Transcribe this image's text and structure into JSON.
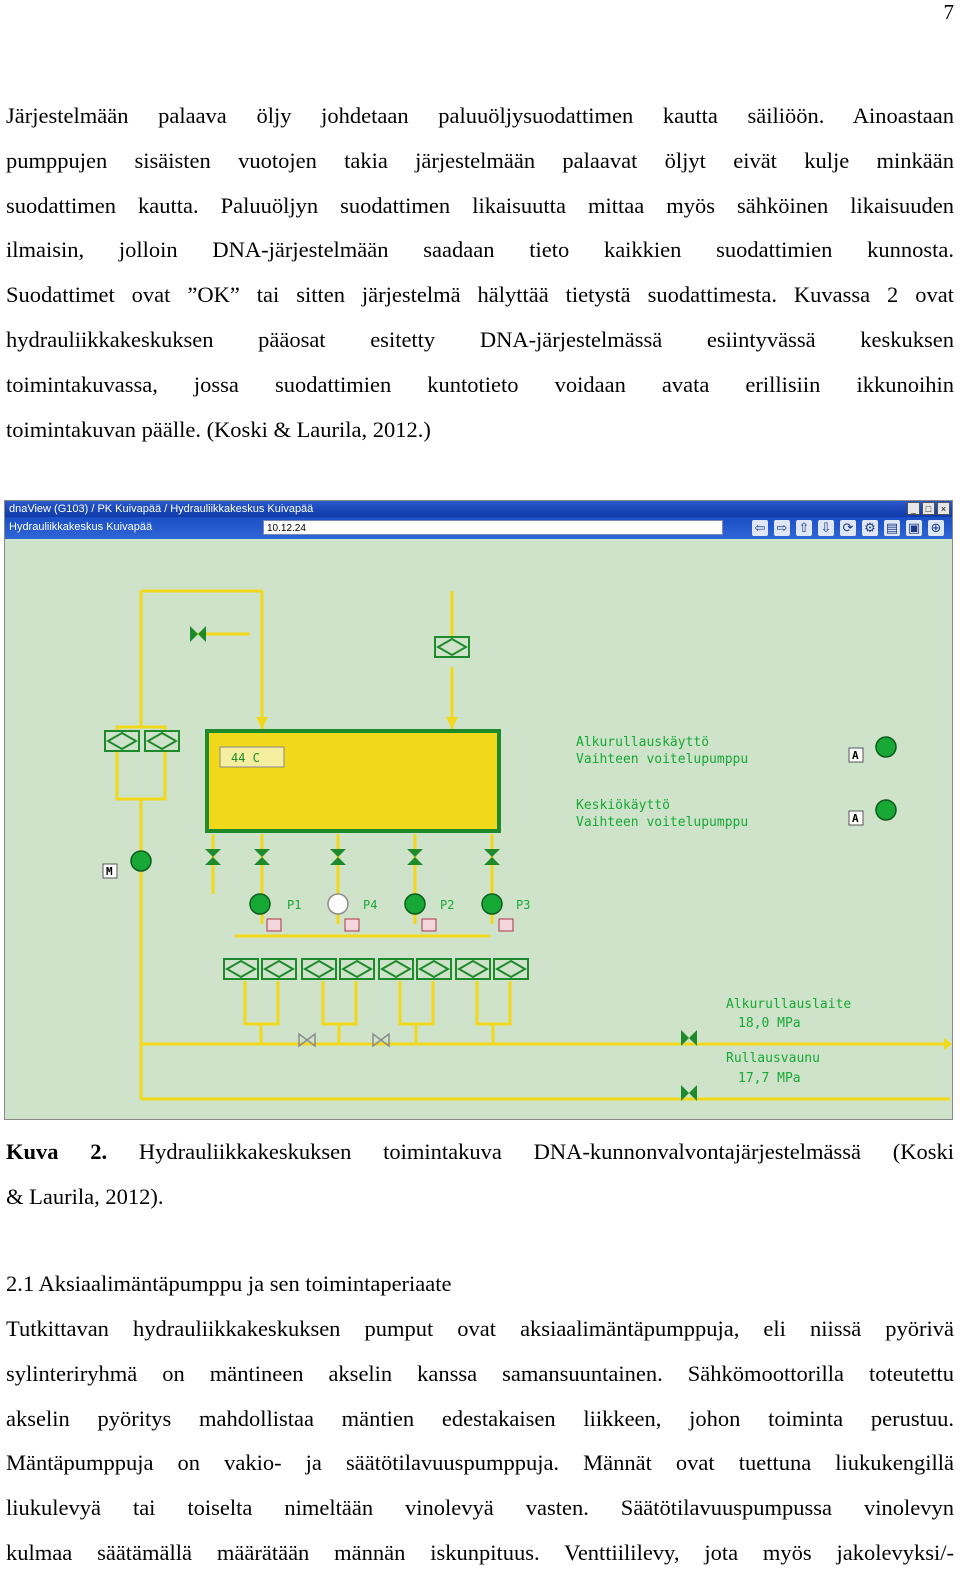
{
  "page_number": "7",
  "paragraph1": [
    "Järjestelmään palaava öljy johdetaan paluuöljysuodattimen kautta säiliöön. Ainoastaan",
    "pumppujen sisäisten vuotojen takia järjestelmään palaavat öljyt eivät kulje minkään",
    "suodattimen kautta. Paluuöljyn suodattimen likaisuutta mittaa myös sähköinen likaisuuden",
    "ilmaisin, jolloin DNA-järjestelmään saadaan tieto kaikkien suodattimien kunnosta.",
    "Suodattimet ovat ”OK” tai sitten järjestelmä hälyttää tietystä suodattimesta. Kuvassa 2 ovat",
    "hydrauliikkakeskuksen pääosat esitetty DNA-järjestelmässä esiintyvässä keskuksen",
    "toimintakuvassa, jossa suodattimien kuntotieto voidaan avata erillisiin ikkunoihin",
    "toimintakuvan päälle. (Koski & Laurila, 2012.)"
  ],
  "figure": {
    "window_title": "dnaView (G103) / PK Kuivapää / Hydrauliikkakeskus Kuivapää",
    "window_buttons": [
      "_",
      "□",
      "×"
    ],
    "view_title": "Hydrauliikkakeskus Kuivapää",
    "date_field": "10.12.24",
    "toolbar_icons": [
      "back-arrow-icon",
      "forward-arrow-icon",
      "up-arrow-icon",
      "down-arrow-icon",
      "refresh-icon",
      "settings-icon",
      "print-icon",
      "window-icon",
      "zoom-icon"
    ],
    "tank_temperature": "44  C",
    "pumps": [
      {
        "label": "P1",
        "status_color": "#17a835"
      },
      {
        "label": "P4",
        "status_color": "#ffffff"
      },
      {
        "label": "P2",
        "status_color": "#17a835"
      },
      {
        "label": "P3",
        "status_color": "#17a835"
      }
    ],
    "motor_label": "M",
    "drive1_line1": "Alkurullauskäyttö",
    "drive1_line2": "Vaihteen voitelupumppu",
    "drive1_mode": "A",
    "drive2_line1": "Keskiökäyttö",
    "drive2_line2": "Vaihteen voitelupumppu",
    "drive2_mode": "A",
    "meter1_label": "Alkurullauslaite",
    "meter1_value": "18,0  MPa",
    "meter2_label": "Rullausvaunu",
    "meter2_value": "17,7  MPa",
    "colors": {
      "line": "#f2d81b",
      "tank": "#f2d81b",
      "tank_border": "#1f8a2b",
      "symbol": "#1f8a2b",
      "text_green": "#17a835",
      "background": "#cfe3ca"
    }
  },
  "caption": {
    "label": "Kuva 2.",
    "text_line1": " Hydrauliikkakeskuksen toimintakuva DNA-kunnonvalvontajärjestelmässä (Koski",
    "text_line2": "& Laurila, 2012)."
  },
  "heading": "2.1 Aksiaalimäntäpumppu ja sen toimintaperiaate",
  "paragraph2": [
    "Tutkittavan hydrauliikkakeskuksen pumput ovat aksiaalimäntäpumppuja, eli niissä pyörivä",
    "sylinteriryhmä on mäntineen akselin kanssa samansuuntainen. Sähkömoottorilla toteutettu",
    "akselin pyöritys mahdollistaa mäntien edestakaisen liikkeen, johon toiminta perustuu.",
    "Mäntäpumppuja on vakio- ja säätötilavuuspumppuja. Männät ovat tuettuna liukukengillä",
    "liukulevyä tai toiselta nimeltään vinolevyä vasten. Säätötilavuuspumpussa vinolevyn",
    "kulmaa säätämällä määrätään männän iskunpituus. Venttiililevy, jota myös jakolevyksi/-"
  ]
}
